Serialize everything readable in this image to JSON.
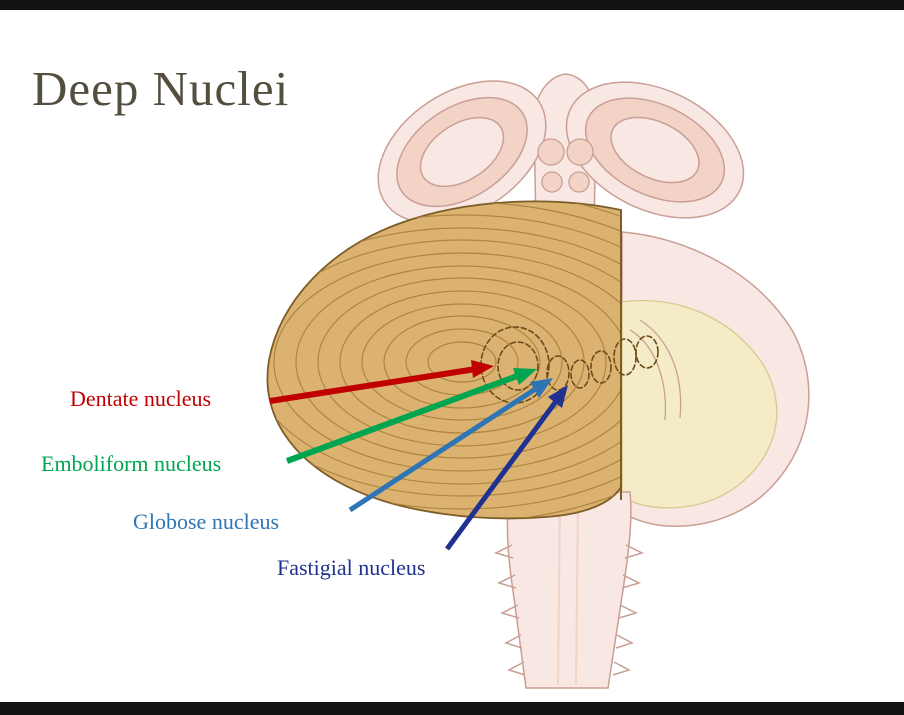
{
  "slide": {
    "title": "Deep Nuclei",
    "title_color": "#534e3e",
    "background_color": "#ffffff",
    "letterbox_color": "#121212"
  },
  "labels": [
    {
      "id": "dentate-nucleus",
      "text": "Dentate nucleus",
      "color": "#c00000"
    },
    {
      "id": "emboliform-nucleus",
      "text": "Emboliform nucleus",
      "color": "#00a550"
    },
    {
      "id": "globose-nucleus",
      "text": "Globose nucleus",
      "color": "#2e75b6"
    },
    {
      "id": "fastigial-nucleus",
      "text": "Fastigial nucleus",
      "color": "#1f3191"
    }
  ],
  "illustration": {
    "colors": {
      "cerebellum": "#dcb271",
      "folia": "#a8813c",
      "outline": "#7d5c26",
      "tissue": "#f8e7e3",
      "tissue_inner": "#f2d3c6",
      "tissue_outline": "#c99f94",
      "cut_surface": "#f4ebc7",
      "cut_outline": "#d9c88e",
      "nuclei_outline": "#6b4c1c"
    }
  }
}
